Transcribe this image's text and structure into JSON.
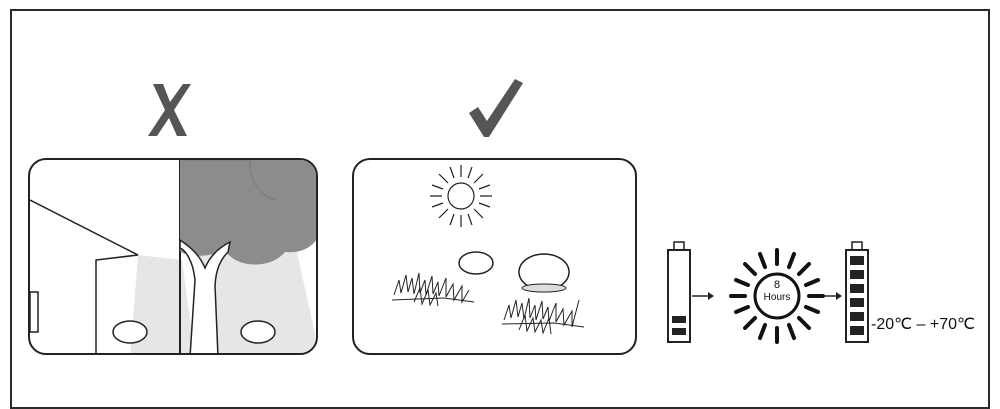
{
  "wrong_mark": "✗",
  "right_mark": "✓",
  "sun_hours": {
    "number": "8",
    "unit": "Hours"
  },
  "temperature_range": "-20℃ – +70℃",
  "colors": {
    "ink": "#222222",
    "tree_gray": "#8c8c8c",
    "shadow_gray": "#e6e6e6",
    "mark_gray": "#555555"
  },
  "battery_empty_bars": 2,
  "battery_full_bars": 6
}
